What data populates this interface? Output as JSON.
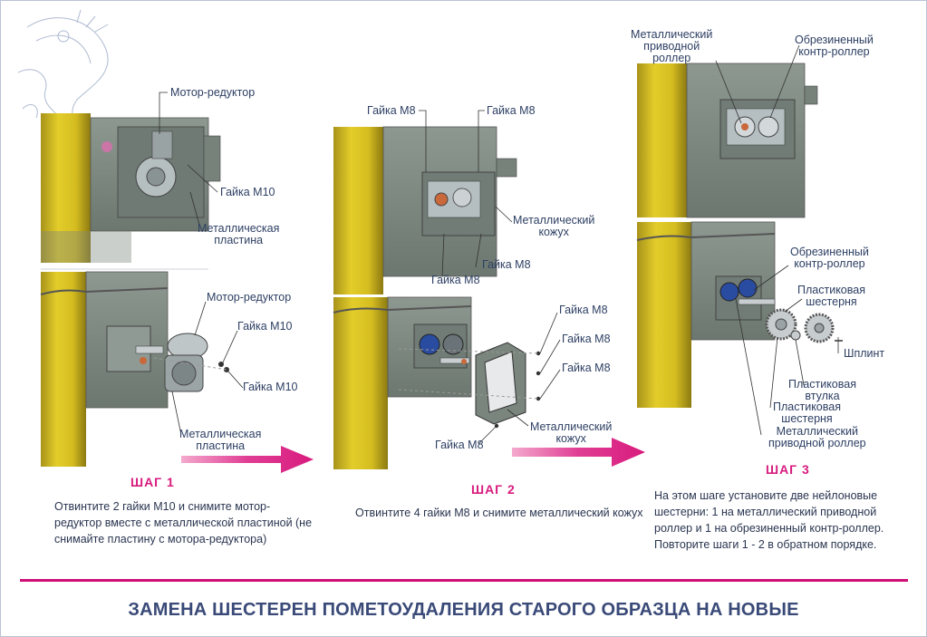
{
  "title": "ЗАМЕНА ШЕСТЕРЕН ПОМЕТОУДАЛЕНИЯ СТАРОГО ОБРАЗЦА НА НОВЫЕ",
  "steps": [
    {
      "heading": "ШАГ 1",
      "text": "Отвинтите 2 гайки М10 и снимите мотор-редуктор вместе с металлической пластиной (не снимайте пластину с мотора-редуктора)",
      "labels": {
        "motor_top": "Мотор-редуктор",
        "nut_m10_top": "Гайка М10",
        "plate_top": "Металлическая\nпластина",
        "motor_bottom": "Мотор-редуктор",
        "nut_m10_a": "Гайка М10",
        "nut_m10_b": "Гайка М10",
        "plate_bottom": "Металлическая\nпластина"
      }
    },
    {
      "heading": "ШАГ 2",
      "text": "Отвинтите 4 гайки М8 и снимите металлический кожух",
      "labels": {
        "nut_m8_tl": "Гайка М8",
        "nut_m8_tr": "Гайка М8",
        "casing_top": "Металлический\nкожух",
        "nut_m8_r": "Гайка М8",
        "nut_m8_b": "Гайка М8",
        "nut_m8_e1": "Гайка М8",
        "nut_m8_e2": "Гайка М8",
        "nut_m8_e3": "Гайка М8",
        "casing_bottom": "Металлический\nкожух",
        "nut_m8_e4": "Гайка М8"
      }
    },
    {
      "heading": "ШАГ 3",
      "text": "На этом шаге установите две нейлоновые шестерни: 1 на металлический приводной роллер и 1 на обрезиненный контр-роллер. Повторите шаги 1 - 2 в обратном порядке.",
      "labels": {
        "drive_roller_top": "Металлический\nприводной\nроллер",
        "counter_roller_top": "Обрезиненный\nконтр-роллер",
        "counter_roller_bottom": "Обрезиненный\nконтр-роллер",
        "plastic_gear_a": "Пластиковая\nшестерня",
        "cotter_pin": "Шплинт",
        "plastic_bushing": "Пластиковая\nвтулка",
        "plastic_gear_b": "Пластиковая\nшестерня",
        "drive_roller_bottom": "Металлический\nприводной роллер"
      }
    }
  ],
  "colors": {
    "accent": "#d81b7e",
    "label_text": "#2d3f63",
    "title_text": "#3a4a78",
    "machine_gray": "#7e8a82",
    "pipe_yellow": "#d9c21f"
  }
}
